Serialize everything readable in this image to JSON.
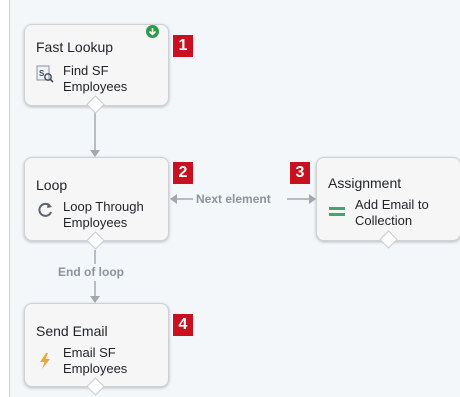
{
  "nodes": [
    {
      "id": "n1",
      "type": "Fast Lookup",
      "label_lines": [
        "Find SF",
        "Employees"
      ],
      "badge": "1",
      "icon": "fast-lookup-icon"
    },
    {
      "id": "n2",
      "type": "Loop",
      "label_lines": [
        "Loop Through",
        "Employees"
      ],
      "badge": "2",
      "icon": "loop-icon"
    },
    {
      "id": "n3",
      "type": "Assignment",
      "label_lines": [
        "Add Email to",
        "Collection"
      ],
      "badge": "3",
      "icon": "assignment-icon"
    },
    {
      "id": "n4",
      "type": "Send Email",
      "label_lines": [
        "Email SF",
        "Employees"
      ],
      "badge": "4",
      "icon": "send-email-icon"
    }
  ],
  "connectors": {
    "next_element": "Next element",
    "end_of_loop": "End of loop"
  },
  "start_marker": "start-icon",
  "colors": {
    "badge": "#c8101e",
    "start": "#2d9a45",
    "connector": "#a3a9b0"
  }
}
